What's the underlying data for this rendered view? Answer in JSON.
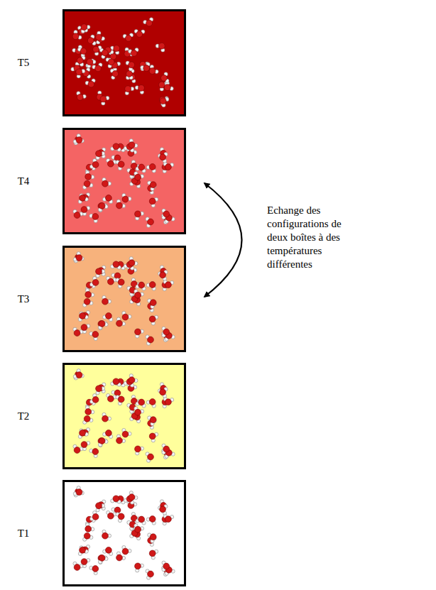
{
  "diagram": {
    "nodes": [
      {
        "text": [
          "T5"
        ]
      },
      {
        "text": [
          "T4"
        ]
      },
      {
        "text": [
          "T3"
        ]
      },
      {
        "text": [
          "T2"
        ]
      },
      {
        "text": [
          "T1"
        ]
      }
    ],
    "edges": [
      {
        "from": 1,
        "to": 2,
        "arrow": "both",
        "label": "Echange des configurations de deux boîtes à des températures différentes"
      }
    ]
  }
}
